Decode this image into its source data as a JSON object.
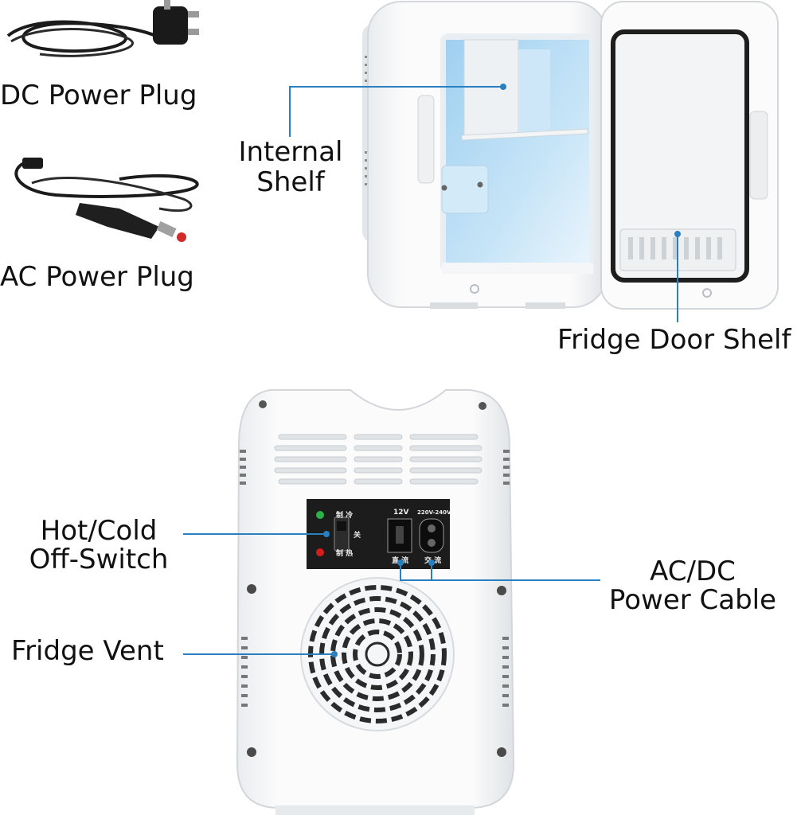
{
  "labels": {
    "dc_power_plug": "DC Power Plug",
    "ac_power_plug": "AC Power Plug",
    "internal_shelf_line1": "Internal",
    "internal_shelf_line2": "Shelf",
    "fridge_door_shelf": "Fridge Door Shelf",
    "hot_cold_line1": "Hot/Cold",
    "hot_cold_line2": "Off-Switch",
    "ac_dc_line1": "AC/DC",
    "ac_dc_line2": "Power Cable",
    "fridge_vent": "Fridge Vent"
  },
  "panel": {
    "voltage_dc": "12V",
    "voltage_ac": "220V-240V",
    "cold_label": "制 冷",
    "off_label": "关",
    "heat_label": "制 热",
    "dc_label": "直 流",
    "ac_label": "交 流"
  },
  "colors": {
    "callout_line": "#2a7fc0",
    "interior": "#bfe0f6",
    "panel": "#1c1c1c"
  }
}
